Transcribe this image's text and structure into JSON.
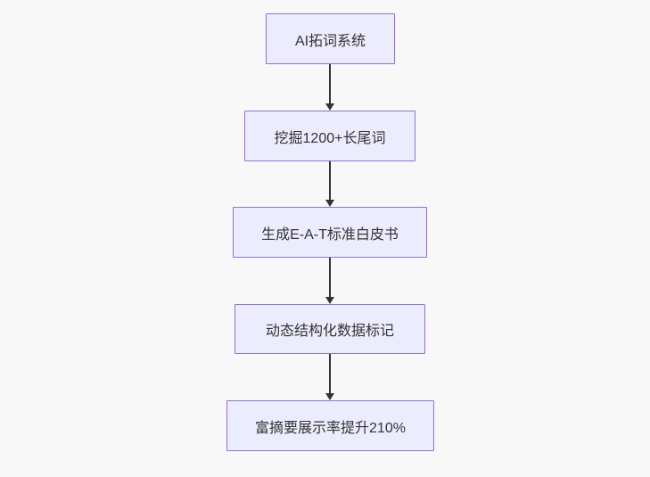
{
  "flowchart": {
    "type": "flowchart",
    "direction": "top-down",
    "colors": {
      "background": "#f8f8f8",
      "node_fill": "#ECECFF",
      "node_border": "#9370DB",
      "node_text": "#333333",
      "edge": "#333333"
    },
    "nodes": [
      {
        "id": "1",
        "label": "AI拓词系统"
      },
      {
        "id": "2",
        "label": "挖掘1200+长尾词"
      },
      {
        "id": "3",
        "label": "生成E-A-T标准白皮书"
      },
      {
        "id": "4",
        "label": "动态结构化数据标记"
      },
      {
        "id": "5",
        "label": "富摘要展示率提升210%"
      }
    ],
    "edges": [
      {
        "from": "AI拓词系统",
        "to": "挖掘1200+长尾词"
      },
      {
        "from": "挖掘1200+长尾词",
        "to": "生成E-A-T标准白皮书"
      },
      {
        "from": "生成E-A-T标准白皮书",
        "to": "动态结构化数据标记"
      },
      {
        "from": "动态结构化数据标记",
        "to": "富摘要展示率提升210%"
      }
    ]
  }
}
